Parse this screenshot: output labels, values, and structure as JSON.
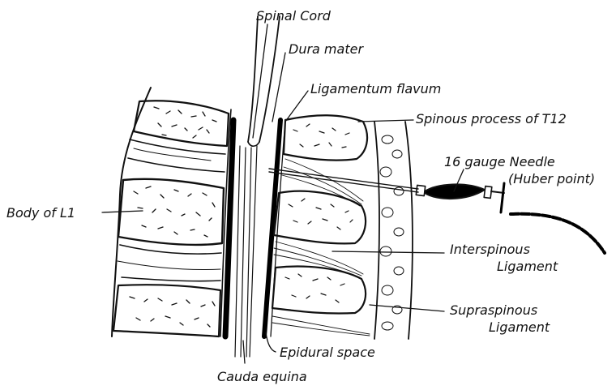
{
  "colors": {
    "ink": "#111111",
    "paper": "#ffffff"
  },
  "labels": {
    "spinal_cord": "Spinal Cord",
    "dura_mater": "Dura mater",
    "ligamentum_flavum": "Ligamentum flavum",
    "spinous_process": "Spinous process of T12",
    "needle_line1": "16 gauge Needle",
    "needle_line2": "(Huber point)",
    "body_of_l1": "Body of L1",
    "interspinous_line1": "Interspinous",
    "interspinous_line2": "Ligament",
    "supraspinous_line1": "Supraspinous",
    "supraspinous_line2": "Ligament",
    "epidural_space": "Epidural space",
    "cauda_equina": "Cauda equina"
  }
}
